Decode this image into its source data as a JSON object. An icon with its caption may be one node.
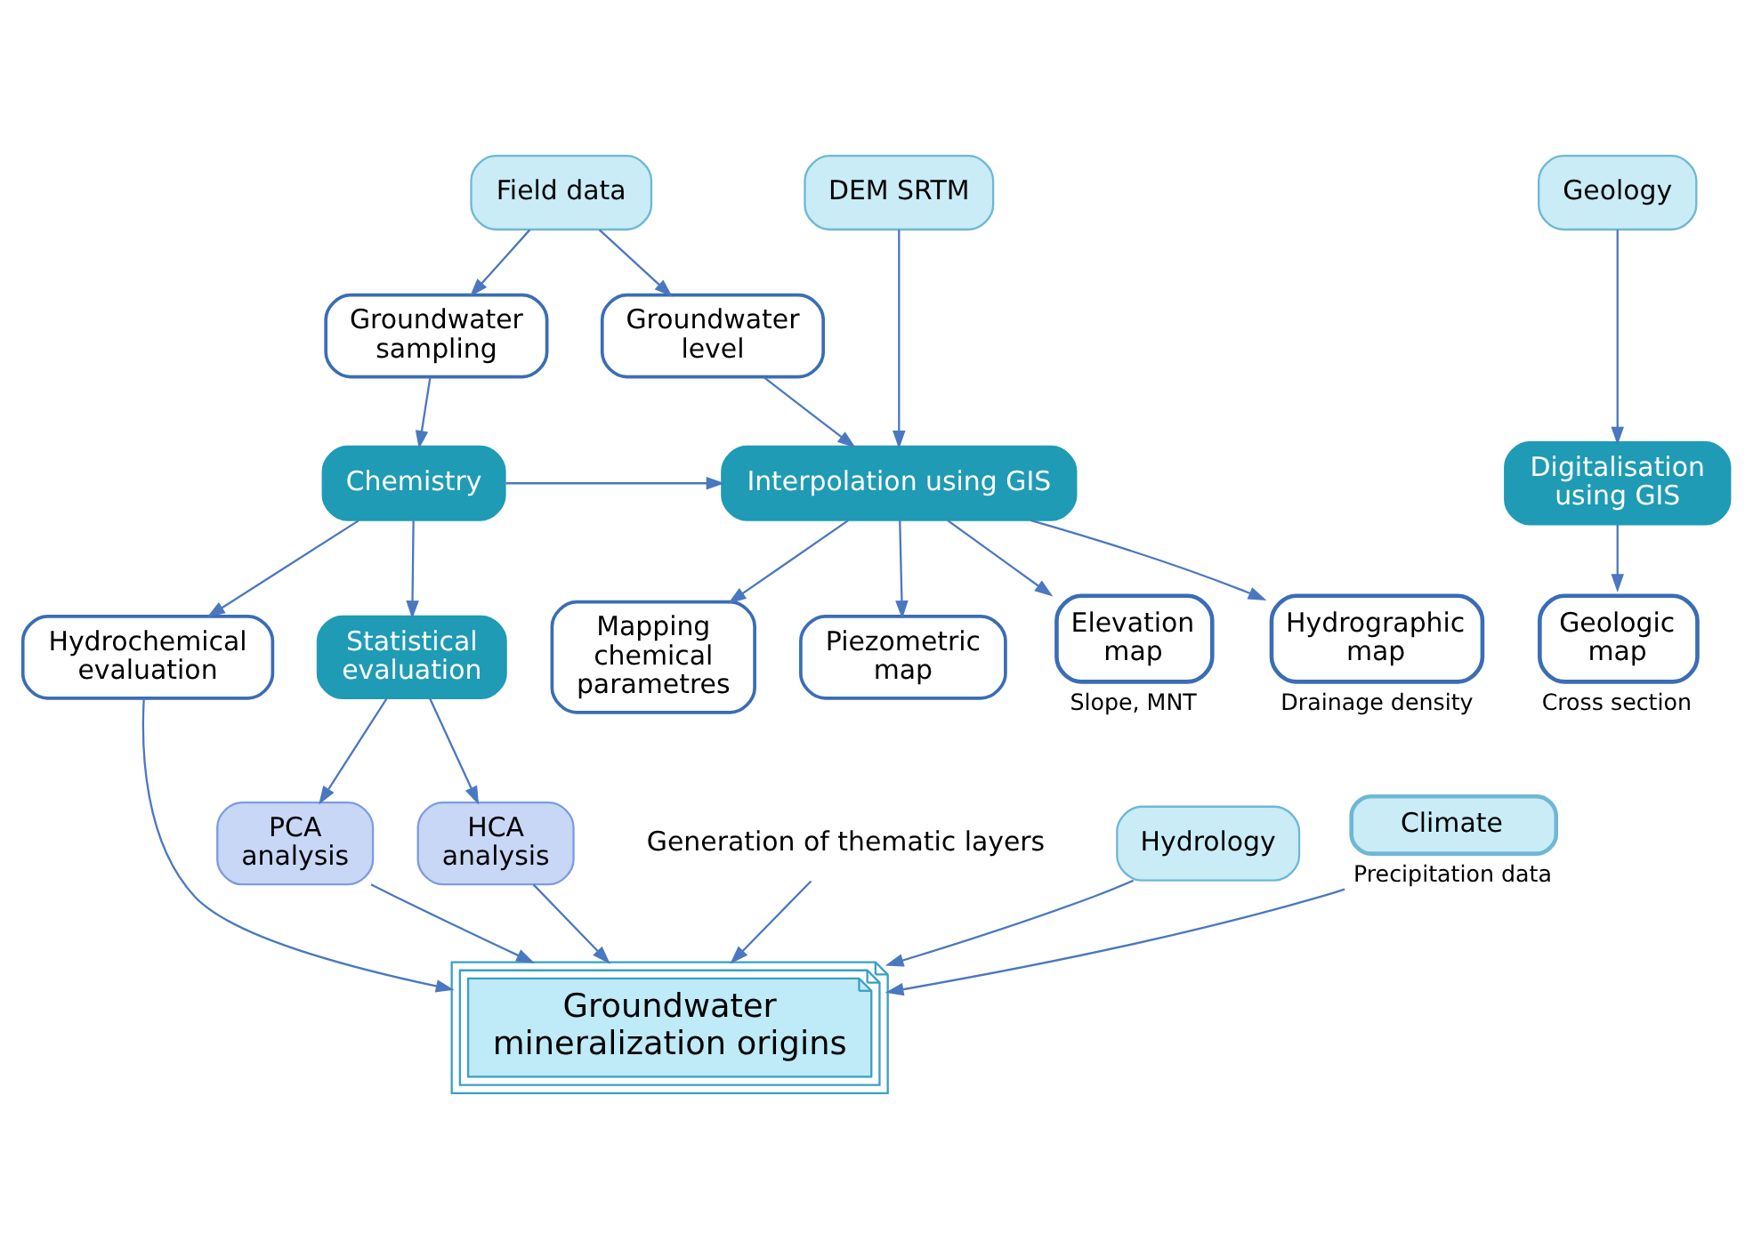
{
  "diagram": {
    "nodes": [
      {
        "text": [
          "Field data"
        ]
      },
      {
        "text": [
          "DEM SRTM"
        ]
      },
      {
        "text": [
          "Geology"
        ]
      },
      {
        "text": [
          "Groundwater sampling"
        ]
      },
      {
        "text": [
          "Groundwater level"
        ]
      },
      {
        "text": [
          "Chemistry"
        ]
      },
      {
        "text": [
          "Interpolation using GIS"
        ]
      },
      {
        "text": [
          "Digitalisation using GIS"
        ]
      },
      {
        "text": [
          "Mapping chemical parametres"
        ]
      },
      {
        "text": [
          "Piezometric map"
        ]
      },
      {
        "text": [
          "Elevation map"
        ],
        "beside": [
          "Slope, MNT"
        ]
      },
      {
        "text": [
          "Hydrographic map"
        ],
        "beside": [
          "Drainage density"
        ]
      },
      {
        "text": [
          "Geologic map"
        ],
        "beside": [
          "Cross section"
        ]
      },
      {
        "text": [
          "Hydrochemical evaluation"
        ]
      },
      {
        "text": [
          "Statistical evaluation"
        ]
      },
      {
        "text": [
          "Generation of thematic layers"
        ]
      },
      {
        "text": [
          "Hydrology"
        ]
      },
      {
        "text": [
          "Climate"
        ],
        "beside": [
          "Precipitation data"
        ]
      },
      {
        "text": [
          "PCA analysis"
        ]
      },
      {
        "text": [
          "HCA analysis"
        ]
      },
      {
        "text": [
          "Groundwater mineralization origins"
        ]
      }
    ],
    "edges": [
      {
        "from": 0,
        "to": 3,
        "arrow": "to"
      },
      {
        "from": 0,
        "to": 4,
        "arrow": "to"
      },
      {
        "from": 3,
        "to": 5,
        "arrow": "to"
      },
      {
        "from": 4,
        "to": 6,
        "arrow": "to"
      },
      {
        "from": 1,
        "to": 6,
        "arrow": "to"
      },
      {
        "from": 2,
        "to": 7,
        "arrow": "to"
      },
      {
        "from": 5,
        "to": 6,
        "arrow": "to"
      },
      {
        "from": 6,
        "to": 8,
        "arrow": "to"
      },
      {
        "from": 6,
        "to": 9,
        "arrow": "to"
      },
      {
        "from": 6,
        "to": 10,
        "arrow": "to"
      },
      {
        "from": 6,
        "to": 11,
        "arrow": "to"
      },
      {
        "from": 7,
        "to": 12,
        "arrow": "to"
      },
      {
        "from": 5,
        "to": 13,
        "arrow": "to"
      },
      {
        "from": 5,
        "to": 14,
        "arrow": "to"
      },
      {
        "from": 14,
        "to": 18,
        "arrow": "to"
      },
      {
        "from": 14,
        "to": 19,
        "arrow": "to"
      },
      {
        "from": 13,
        "to": 20,
        "arrow": "to"
      },
      {
        "from": 15,
        "to": 20,
        "arrow": "to"
      },
      {
        "from": 16,
        "to": 20,
        "arrow": "to"
      },
      {
        "from": 17,
        "to": 20,
        "arrow": "to"
      },
      {
        "from": 19,
        "to": 20,
        "arrow": "to"
      },
      {
        "from": 18,
        "to": 20,
        "arrow": "to"
      }
    ]
  }
}
